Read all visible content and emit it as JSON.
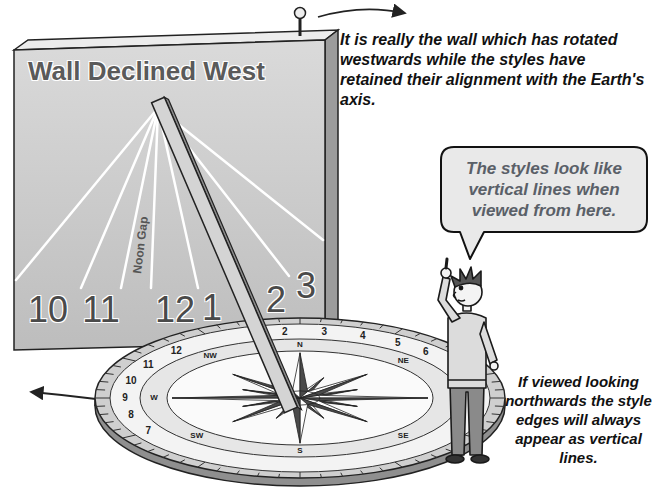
{
  "diagram": {
    "nodes": [
      {
        "text": [
          "Wall Declined West"
        ]
      },
      {
        "text": [
          "The styles look like vertical lines when viewed from here."
        ]
      }
    ],
    "labels": [
      "It is really the wall which has rotated westwards while the styles have retained their alignment with the Earth's axis.",
      "Noon Gap",
      "10",
      "11",
      "12",
      "1",
      "2",
      "3",
      "If viewed looking northwards the style edges will always appear as vertical lines.",
      "12",
      "11",
      "10",
      "9",
      "8",
      "7",
      "2",
      "3",
      "4",
      "5",
      "6",
      "N",
      "NW",
      "W",
      "SW",
      "S",
      "SE",
      "NE"
    ]
  }
}
